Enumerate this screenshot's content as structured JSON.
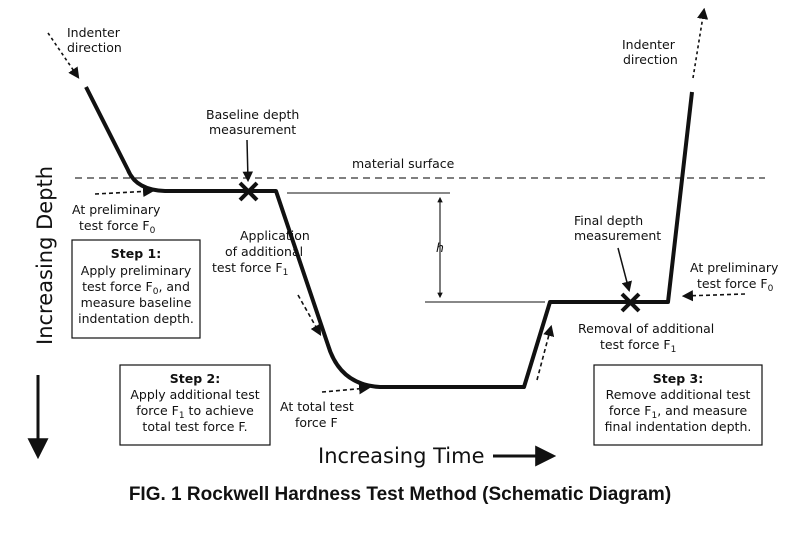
{
  "labels": {
    "indenter_left_1": "Indenter",
    "indenter_left_2": "direction",
    "indenter_right_1": "Indenter",
    "indenter_right_2": "direction",
    "baseline_1": "Baseline depth",
    "baseline_2": "measurement",
    "material_surface": "material surface",
    "prelim_left_1": "At preliminary",
    "prelim_left_2": "test force F",
    "prelim_left_sub": "0",
    "application_1": "Application",
    "application_2": "of additional",
    "application_3": "test force F",
    "application_sub": "1",
    "h": "h",
    "final_1": "Final depth",
    "final_2": "measurement",
    "prelim_right_1": "At preliminary",
    "prelim_right_2": "test force F",
    "prelim_right_sub": "0",
    "removal_1": "Removal of additional",
    "removal_2": "test force F",
    "removal_sub": "1",
    "total_1": "At total test",
    "total_2": "force F"
  },
  "steps": {
    "step1": {
      "title": "Step 1:",
      "line1": "Apply preliminary",
      "line2_a": "test force F",
      "line2_sub": "0",
      "line2_b": ", and",
      "line3": "measure baseline",
      "line4": "indentation depth."
    },
    "step2": {
      "title": "Step 2:",
      "line1": "Apply additional test",
      "line2_a": "force F",
      "line2_sub": "1",
      "line2_b": " to achieve",
      "line3": "total test force F."
    },
    "step3": {
      "title": "Step 3:",
      "line1": "Remove additional test",
      "line2_a": "force F",
      "line2_sub": "1",
      "line2_b": ", and measure",
      "line3": "final indentation depth."
    }
  },
  "axes": {
    "y_label": "Increasing Depth",
    "x_label": "Increasing Time"
  },
  "caption": "FIG. 1  Rockwell Hardness Test Method (Schematic Diagram)"
}
